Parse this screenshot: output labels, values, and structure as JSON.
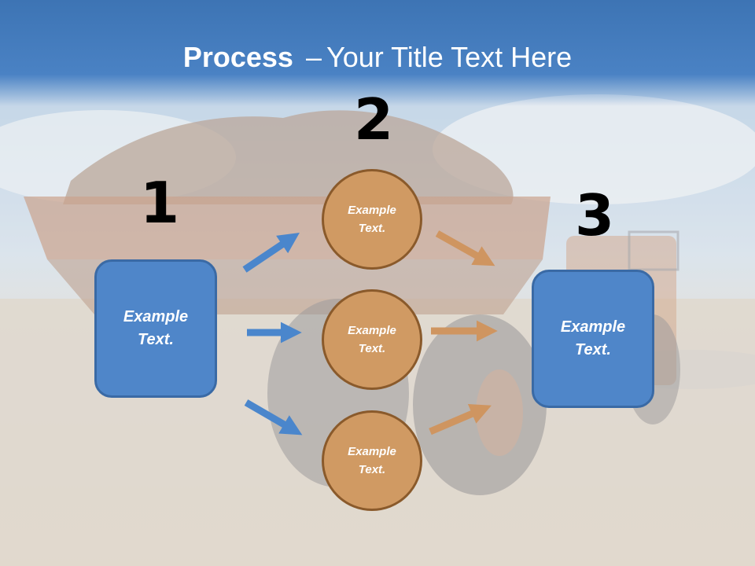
{
  "slide": {
    "title_bold": "Process",
    "title_dash": "–",
    "title_rest": "Your Title Text Here"
  },
  "steps": {
    "one": "1",
    "two": "2",
    "three": "3"
  },
  "boxes": {
    "left_line1": "Example",
    "left_line2": "Text.",
    "right_line1": "Example",
    "right_line2": "Text."
  },
  "circles": [
    {
      "line1": "Example",
      "line2": "Text."
    },
    {
      "line1": "Example",
      "line2": "Text."
    },
    {
      "line1": "Example",
      "line2": "Text."
    }
  ],
  "colors": {
    "box_fill": "#4f86c9",
    "circle_fill": "#d09a63",
    "blue_arrow": "#4a86cc",
    "orange_arrow": "#cf9560"
  }
}
